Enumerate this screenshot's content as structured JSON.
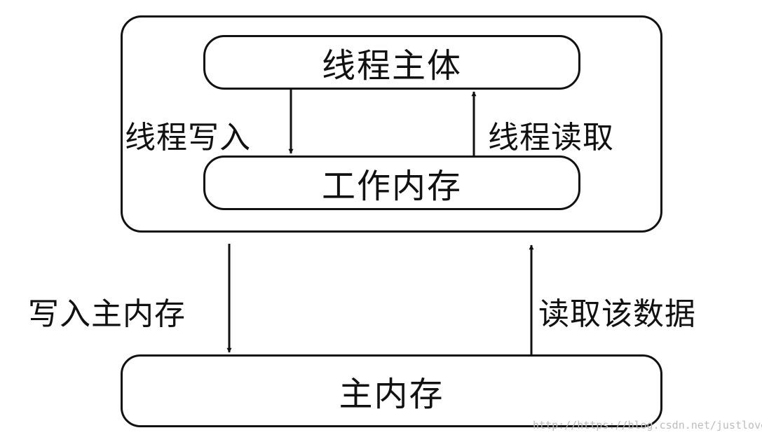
{
  "diagram": {
    "thread_body": "线程主体",
    "working_memory": "工作内存",
    "main_memory": "主内存",
    "thread_write": "线程写入",
    "thread_read": "线程读取",
    "write_main": "写入主内存",
    "read_data": "读取该数据"
  },
  "watermark": "http://https://blog.csdn.net/justloveyou_",
  "colors": {
    "line": "#111111",
    "background": "#ffffff",
    "watermark": "#bdbdbd"
  }
}
